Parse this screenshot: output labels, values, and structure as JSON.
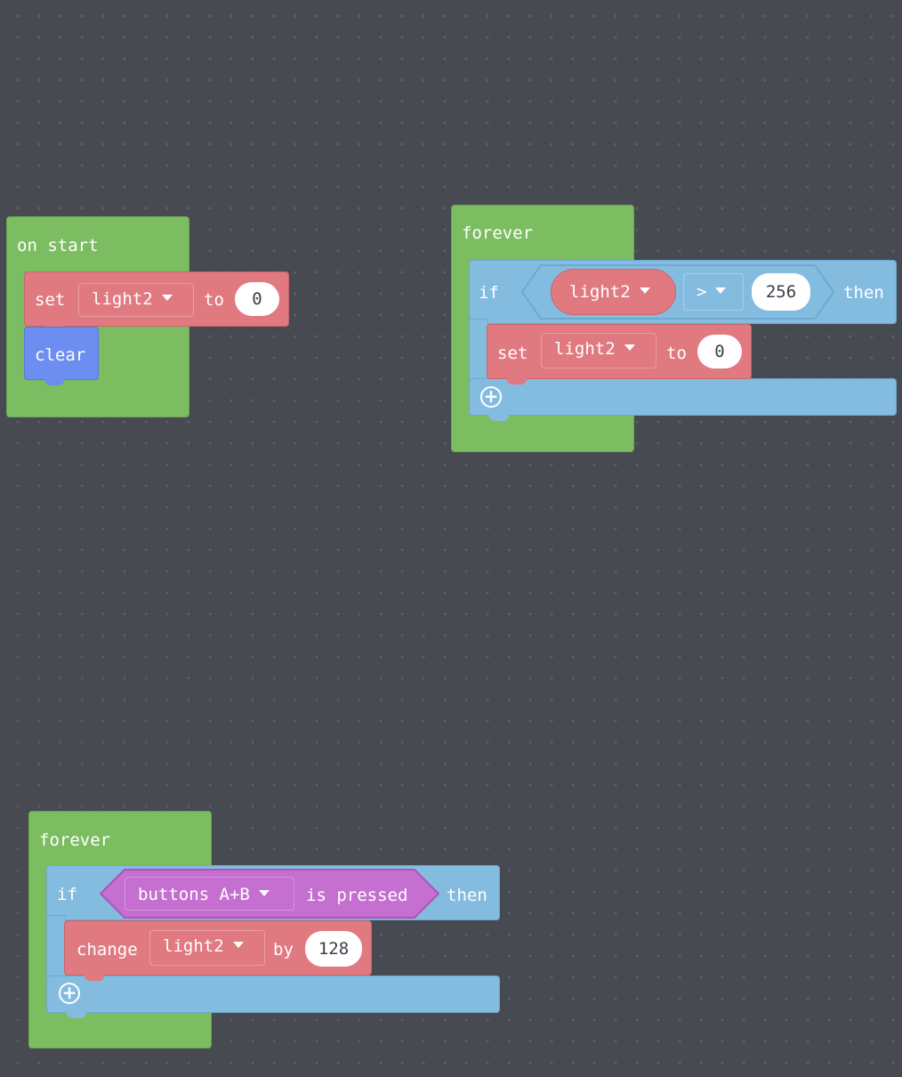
{
  "workspace": {
    "on_start": {
      "hat_label": "on start",
      "set_block": {
        "keyword": "set",
        "variable": "light2",
        "to_label": "to",
        "value": "0"
      },
      "clear_block": {
        "label": "clear"
      }
    },
    "forever_1": {
      "hat_label": "forever",
      "if_block": {
        "if_label": "if",
        "condition": {
          "left": "light2",
          "operator": ">",
          "right": "256"
        },
        "then_label": "then",
        "set_block": {
          "keyword": "set",
          "variable": "light2",
          "to_label": "to",
          "value": "0"
        }
      }
    },
    "forever_2": {
      "hat_label": "forever",
      "if_block": {
        "if_label": "if",
        "condition": {
          "button": "buttons A+B",
          "suffix": "is pressed"
        },
        "then_label": "then",
        "change_block": {
          "keyword": "change",
          "variable": "light2",
          "by_label": "by",
          "value": "128"
        }
      }
    }
  },
  "colors": {
    "background": "#474b51",
    "events_green": "#7cbd62",
    "variables_red": "#e07a80",
    "logic_blue": "#84bce0",
    "basic_blue": "#6c8ef0",
    "input_purple": "#c56fd0"
  }
}
